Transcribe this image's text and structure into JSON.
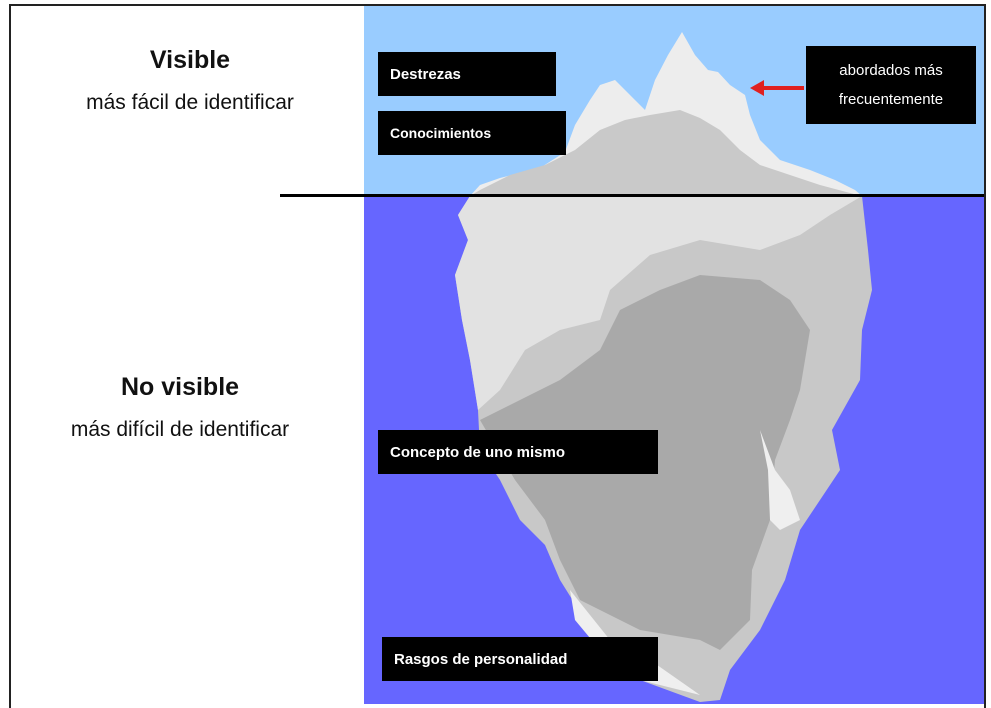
{
  "visible": {
    "title": "Visible",
    "subtitle": "más fácil de identificar"
  },
  "hidden": {
    "title": "No visible",
    "subtitle": "más difícil de identificar"
  },
  "labels": {
    "skills": "Destrezas",
    "knowledge": "Conocimientos",
    "self_concept": "Concepto de uno mismo",
    "personality": "Rasgos de personalidad"
  },
  "callout": {
    "line1": "abordados más",
    "line2": "frecuentemente"
  },
  "colors": {
    "sky": "#99ccff",
    "sea": "#6666ff",
    "ice_light": "#ececec",
    "ice_mid": "#c8c8c8",
    "ice_dark": "#a8a8a8",
    "arrow": "#e02020"
  }
}
